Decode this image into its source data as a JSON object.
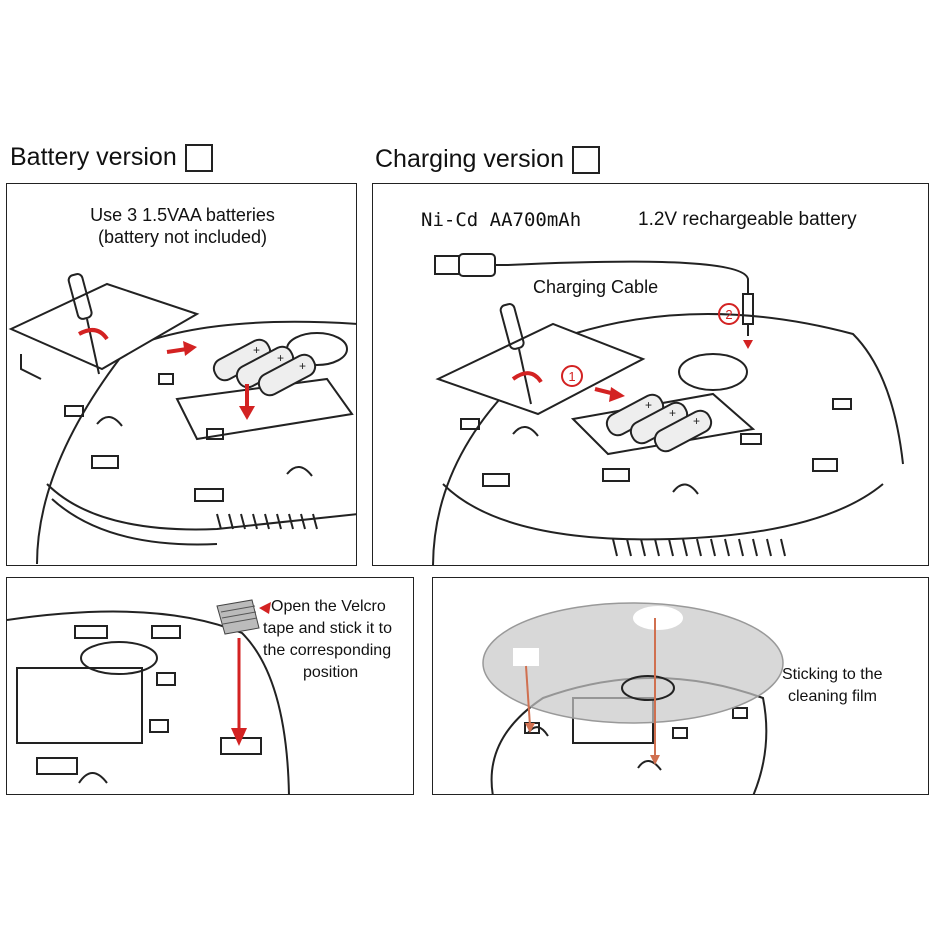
{
  "battery": {
    "heading": "Battery version",
    "line1": "Use 3 1.5VAA batteries",
    "line2": "(battery not included)",
    "battery_labels": [
      "+",
      "+",
      "+"
    ]
  },
  "charging": {
    "heading": "Charging version",
    "battery_spec": "Ni-Cd AA700mAh",
    "battery_desc": "1.2V rechargeable battery",
    "cable_label": "Charging Cable",
    "step1": "1",
    "step2": "2",
    "battery_labels": [
      "+",
      "+",
      "+"
    ]
  },
  "velcro": {
    "line1": "Open the Velcro",
    "line2": "tape and stick it to",
    "line3": "the corresponding",
    "line4": "position"
  },
  "film": {
    "line1": "Sticking to the",
    "line2": "cleaning film"
  },
  "colors": {
    "arrow_red": "#d32222",
    "line_gray": "#222222",
    "film_gray": "#cfcfcf"
  }
}
